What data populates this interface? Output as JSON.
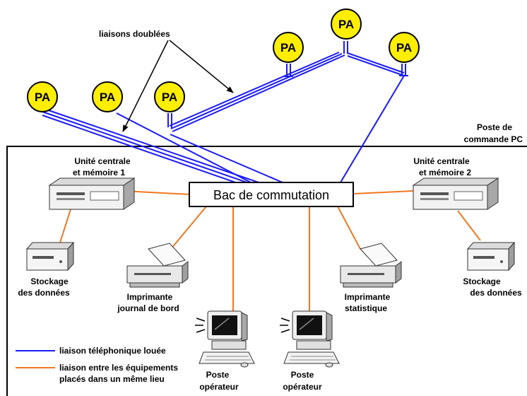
{
  "access_points": {
    "label": "PA",
    "count": 6
  },
  "annotation": {
    "doubled_links": "liaisons doublées"
  },
  "control_room": {
    "line1": "Poste de",
    "line2": "commande PC"
  },
  "switch": {
    "label": "Bac de commutation"
  },
  "cpu1": {
    "line1": "Unité centrale",
    "line2": "et mémoire 1"
  },
  "cpu2": {
    "line1": "Unité centrale",
    "line2": "et mémoire 2"
  },
  "storage1": {
    "line1": "Stockage",
    "line2": "des données"
  },
  "storage2": {
    "line1": "Stockage",
    "line2": "des données"
  },
  "printer1": {
    "line1": "Imprimante",
    "line2": "journal de bord"
  },
  "printer2": {
    "line1": "Imprimante",
    "line2": "statistique"
  },
  "operator1": {
    "line1": "Poste",
    "line2": "opérateur"
  },
  "operator2": {
    "line1": "Poste",
    "line2": "opérateur"
  },
  "legend": {
    "leased_line": "liaison téléphonique louée",
    "local_link_line1": "liaison entre les équipements",
    "local_link_line2": "placés dans un même lieu"
  },
  "colors": {
    "leased_line": "#1a1aff",
    "local_link": "#f07820",
    "pa_fill": "#ffee00",
    "pa_stroke": "#000000"
  }
}
